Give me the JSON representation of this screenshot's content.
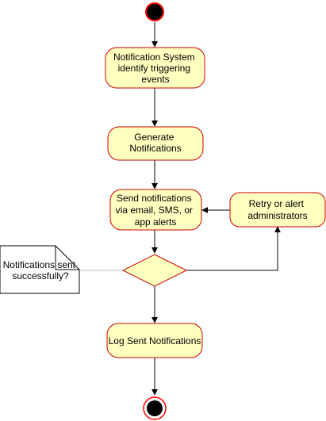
{
  "diagram": {
    "type": "uml-activity",
    "nodes": {
      "start": {
        "kind": "initial"
      },
      "identify": {
        "kind": "action",
        "lines": [
          "Notification System",
          "identify triggering",
          "events"
        ]
      },
      "generate": {
        "kind": "action",
        "lines": [
          "Generate",
          "Notifications"
        ]
      },
      "send": {
        "kind": "action",
        "lines": [
          "Send notifications",
          "via email, SMS, or",
          "app alerts"
        ]
      },
      "retry": {
        "kind": "action",
        "lines": [
          "Retry or alert",
          "administrators"
        ]
      },
      "decision": {
        "kind": "decision"
      },
      "log": {
        "kind": "action",
        "lines": [
          "Log Sent Notifications"
        ]
      },
      "end": {
        "kind": "final"
      }
    },
    "note": {
      "lines": [
        "Notifications sent",
        "successfully?"
      ]
    },
    "edges": [
      {
        "from": "start",
        "to": "identify"
      },
      {
        "from": "identify",
        "to": "generate"
      },
      {
        "from": "generate",
        "to": "send"
      },
      {
        "from": "send",
        "to": "decision"
      },
      {
        "from": "decision",
        "to": "retry"
      },
      {
        "from": "retry",
        "to": "send"
      },
      {
        "from": "decision",
        "to": "log"
      },
      {
        "from": "log",
        "to": "end"
      }
    ],
    "colors": {
      "action_fill": "#ffffc0",
      "action_stroke": "#cc0000",
      "node_black": "#000000",
      "note_fill": "#ffffff",
      "note_stroke": "#000000",
      "note_link": "#bfbfbf"
    }
  }
}
